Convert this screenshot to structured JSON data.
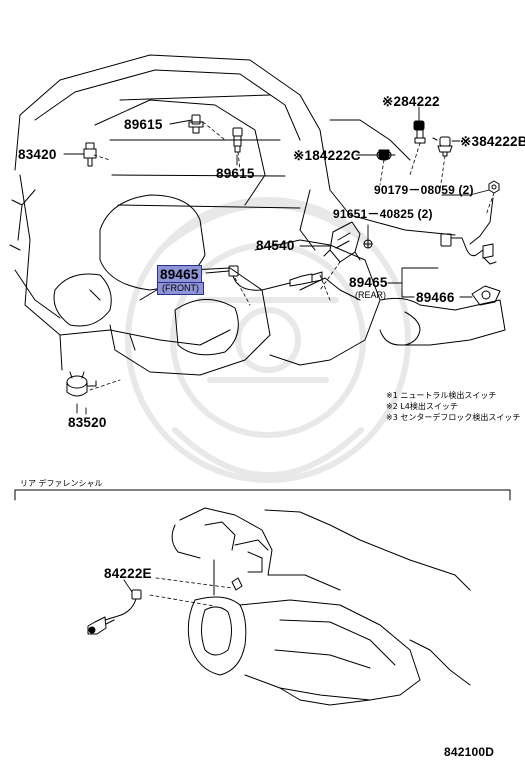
{
  "diagram": {
    "upper_callouts": {
      "c83420": "83420",
      "c89615_top": "89615",
      "c89615_mid": "89615",
      "c84222_n2": "※284222",
      "c84222c": "※184222C",
      "c84222b": "※384222B",
      "c90179": "90179－08059 (2)",
      "c91651": "91651－40825 (2)",
      "c84540": "84540",
      "c89465_front": "89465",
      "front_note": "(FRONT)",
      "c89465_rear": "89465",
      "rear_note": "(REAR)",
      "c89466": "89466",
      "c83520": "83520"
    },
    "legend": [
      "※1  ニュートラル検出スイッチ",
      "※2  L4検出スイッチ",
      "※3  センターデフロック検出スイッチ"
    ],
    "lower_section": {
      "title": "リア  デファレンシャル",
      "c84222e": "84222E"
    },
    "diagram_code": "842100D",
    "highlight_color": "#8e94d8"
  }
}
